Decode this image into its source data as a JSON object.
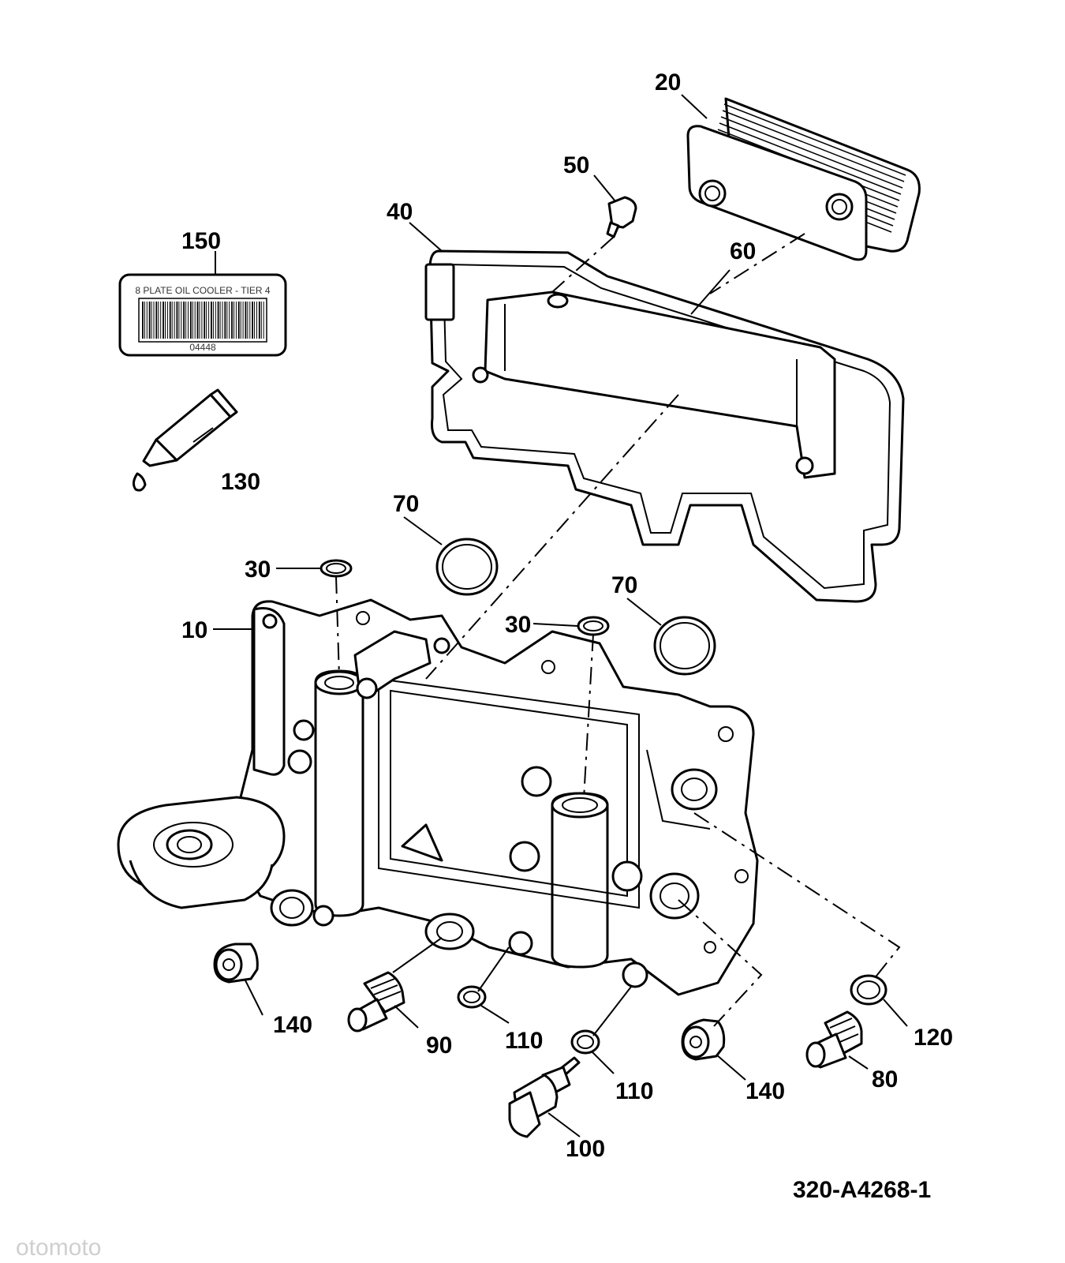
{
  "labels": {
    "p10": "10",
    "p20": "20",
    "p30a": "30",
    "p30b": "30",
    "p40": "40",
    "p50": "50",
    "p60": "60",
    "p70a": "70",
    "p70b": "70",
    "p80": "80",
    "p90": "90",
    "p100": "100",
    "p110a": "110",
    "p110b": "110",
    "p120": "120",
    "p130": "130",
    "p140a": "140",
    "p140b": "140",
    "p150": "150"
  },
  "tag": {
    "title": "8 PLATE OIL COOLER - TIER 4",
    "code": "04448"
  },
  "drawing_id": "320-A4268-1",
  "watermark": "otomoto"
}
